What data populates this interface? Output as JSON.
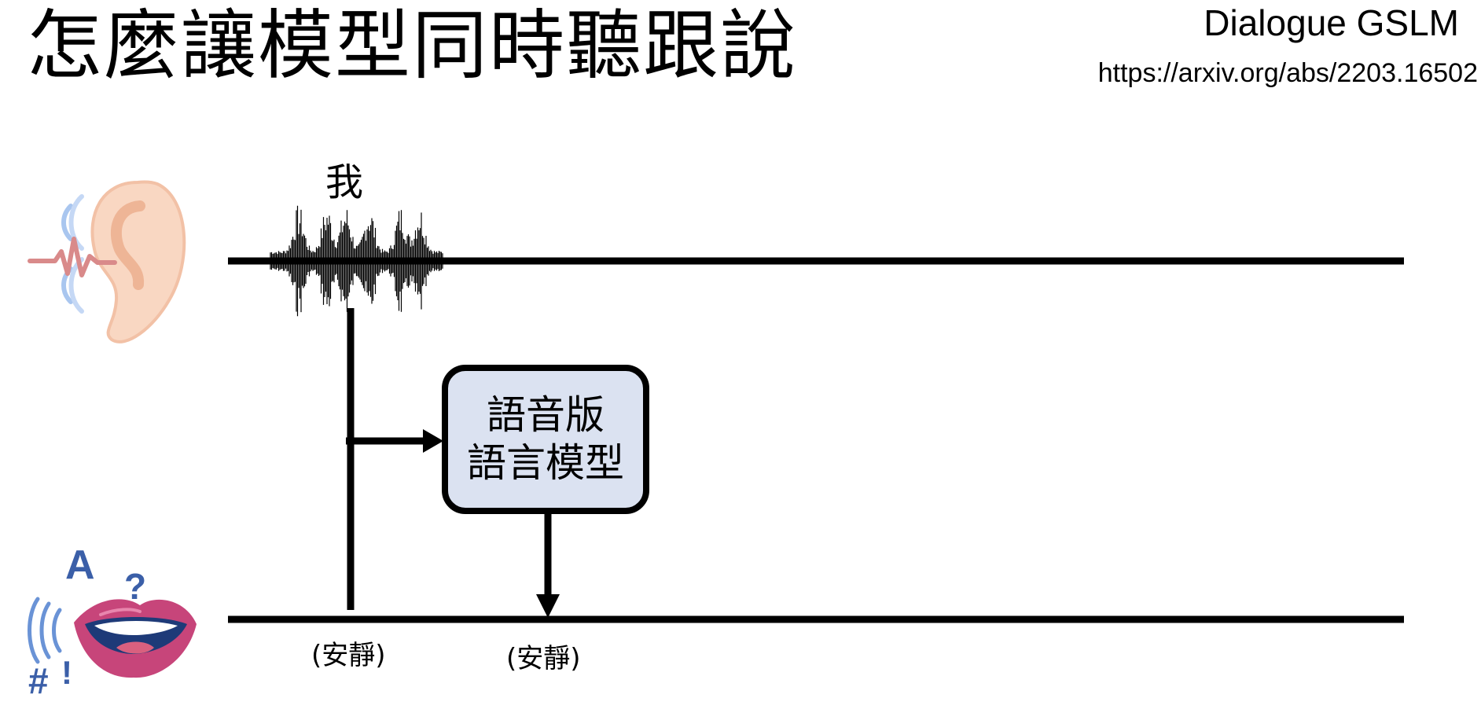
{
  "slide": {
    "title": "怎麼讓模型同時聽跟說",
    "reference_title": "Dialogue GSLM",
    "reference_url": "https://arxiv.org/abs/2203.16502"
  },
  "diagram": {
    "heard_word": "我",
    "model_box": {
      "line1": "語音版",
      "line2": "語言模型"
    },
    "silence_labels": [
      "(安靜)",
      "(安靜)"
    ],
    "icons": {
      "listen": "ear-icon",
      "speak": "mouth-icon"
    },
    "colors": {
      "model_box_fill": "#dbe2f1",
      "line": "#000000",
      "ear": "#f6c8ac",
      "lips": "#c7457a",
      "accent_blue": "#3b5fa8"
    }
  }
}
